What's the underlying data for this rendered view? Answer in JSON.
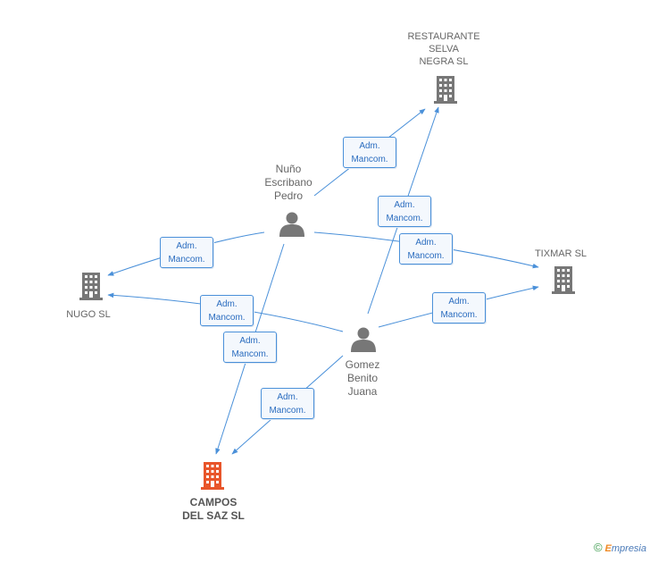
{
  "nodes": {
    "restaurante": {
      "label": "RESTAURANTE\nSELVA\nNEGRA SL",
      "kind": "company",
      "color": "#777777"
    },
    "tixmar": {
      "label": "TIXMAR SL",
      "kind": "company",
      "color": "#777777"
    },
    "nugo": {
      "label": "NUGO SL",
      "kind": "company",
      "color": "#777777"
    },
    "campos": {
      "label": "CAMPOS\nDEL SAZ SL",
      "kind": "company-main",
      "color": "#e8552a"
    },
    "nuno": {
      "label": "Nuño\nEscribano\nPedro",
      "kind": "person",
      "color": "#777777"
    },
    "gomez": {
      "label": "Gomez\nBenito\nJuana",
      "kind": "person",
      "color": "#777777"
    }
  },
  "relation": {
    "line1": "Adm.",
    "line2": "Mancom."
  },
  "edges": [
    {
      "id": "e1",
      "from": "nuno",
      "to": "restaurante"
    },
    {
      "id": "e2",
      "from": "gomez",
      "to": "restaurante"
    },
    {
      "id": "e3",
      "from": "nuno",
      "to": "nugo"
    },
    {
      "id": "e4",
      "from": "nuno",
      "to": "tixmar"
    },
    {
      "id": "e5",
      "from": "gomez",
      "to": "nugo"
    },
    {
      "id": "e6",
      "from": "gomez",
      "to": "tixmar"
    },
    {
      "id": "e7",
      "from": "nuno",
      "to": "campos"
    },
    {
      "id": "e8",
      "from": "gomez",
      "to": "campos"
    }
  ],
  "colors": {
    "edge": "#4a90d9",
    "box_border": "#4a90d9",
    "box_text": "#2a6cbf"
  },
  "footer": {
    "copyright": "©",
    "brand_initial": "E",
    "brand_rest": "mpresia"
  }
}
